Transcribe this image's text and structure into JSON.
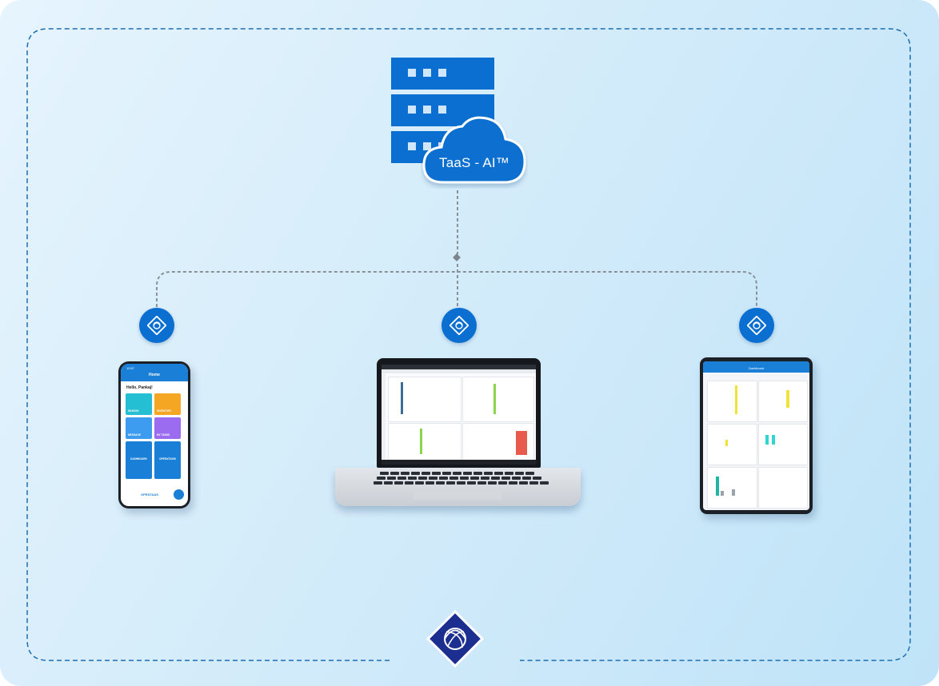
{
  "cloud": {
    "label": "TaaS - AI™"
  },
  "phone": {
    "time": "10:57",
    "title": "Home",
    "greeting": "Hello, Pankaj!",
    "tiles": [
      {
        "label": "SEARCH",
        "color": "#25bfd4"
      },
      {
        "label": "INVENTORY",
        "color": "#f5a623"
      },
      {
        "label": "MESSAGE",
        "color": "#3d9bf0"
      },
      {
        "label": "MY TASKS",
        "color": "#9b6cf0"
      },
      {
        "label": "DASHBOARD",
        "color": "#1a7fd6"
      },
      {
        "label": "OPERATIONS",
        "color": "#1a7fd6"
      }
    ],
    "brand": "OPENTAAS"
  },
  "tablet": {
    "title": "Dashboard"
  },
  "colors": {
    "primary": "#0b6fd1",
    "connector": "#8a9199"
  },
  "icons": [
    "server-icon",
    "cloud-icon",
    "opentaas-logo-icon"
  ]
}
